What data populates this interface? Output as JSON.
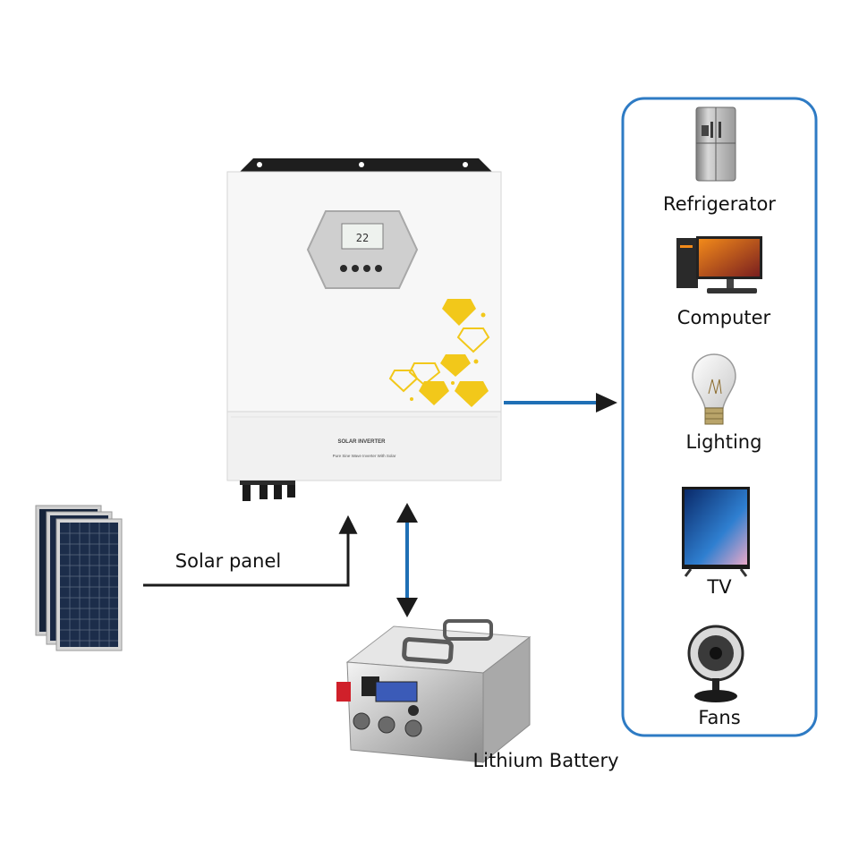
{
  "inverter": {
    "model_label": "SOLAR INVERTER",
    "sub_label": "Pure Sine Wave Inverter With Solar",
    "screen_digits": "22"
  },
  "solar": {
    "label": "Solar panel"
  },
  "battery": {
    "label": "Lithium Battery"
  },
  "loads": [
    {
      "label": "Refrigerator",
      "icon": "refrigerator-icon"
    },
    {
      "label": "Computer",
      "icon": "computer-icon"
    },
    {
      "label": "Lighting",
      "icon": "light-bulb-icon"
    },
    {
      "label": "TV",
      "icon": "tv-icon"
    },
    {
      "label": "Fans",
      "icon": "fan-icon"
    }
  ],
  "colors": {
    "arrow": "#1f6fb5",
    "arrow_dark": "#1b1b1b",
    "loads_border": "#2e7bc4",
    "inverter_accent": "#f2c81a",
    "battery_terminal": "#d0202a"
  }
}
